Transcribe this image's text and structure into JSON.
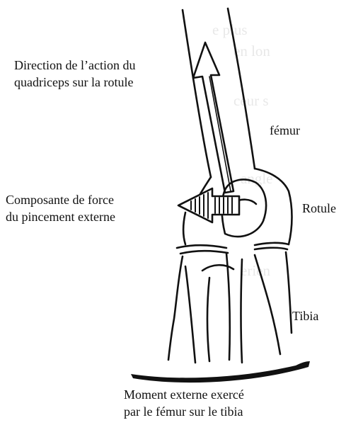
{
  "labels": {
    "quadriceps_line1": "Direction de l’action du",
    "quadriceps_line2": "quadriceps sur la rotule",
    "femur": "fémur",
    "force_line1": "Composante de force",
    "force_line2": "du pincement externe",
    "rotule": "Rotule",
    "tibia": "Tibia",
    "moment_line1": "Moment externe exercé",
    "moment_line2": "par le fémur sur le tibia"
  },
  "colors": {
    "ink": "#111111",
    "background": "#ffffff",
    "bleed_through_text": "#d6d6d6"
  },
  "icons": {
    "quadriceps_arrow": "up-arrow-icon",
    "pinch_arrow": "left-arrow-icon",
    "moment_arc": "curved-arrow-icon"
  }
}
